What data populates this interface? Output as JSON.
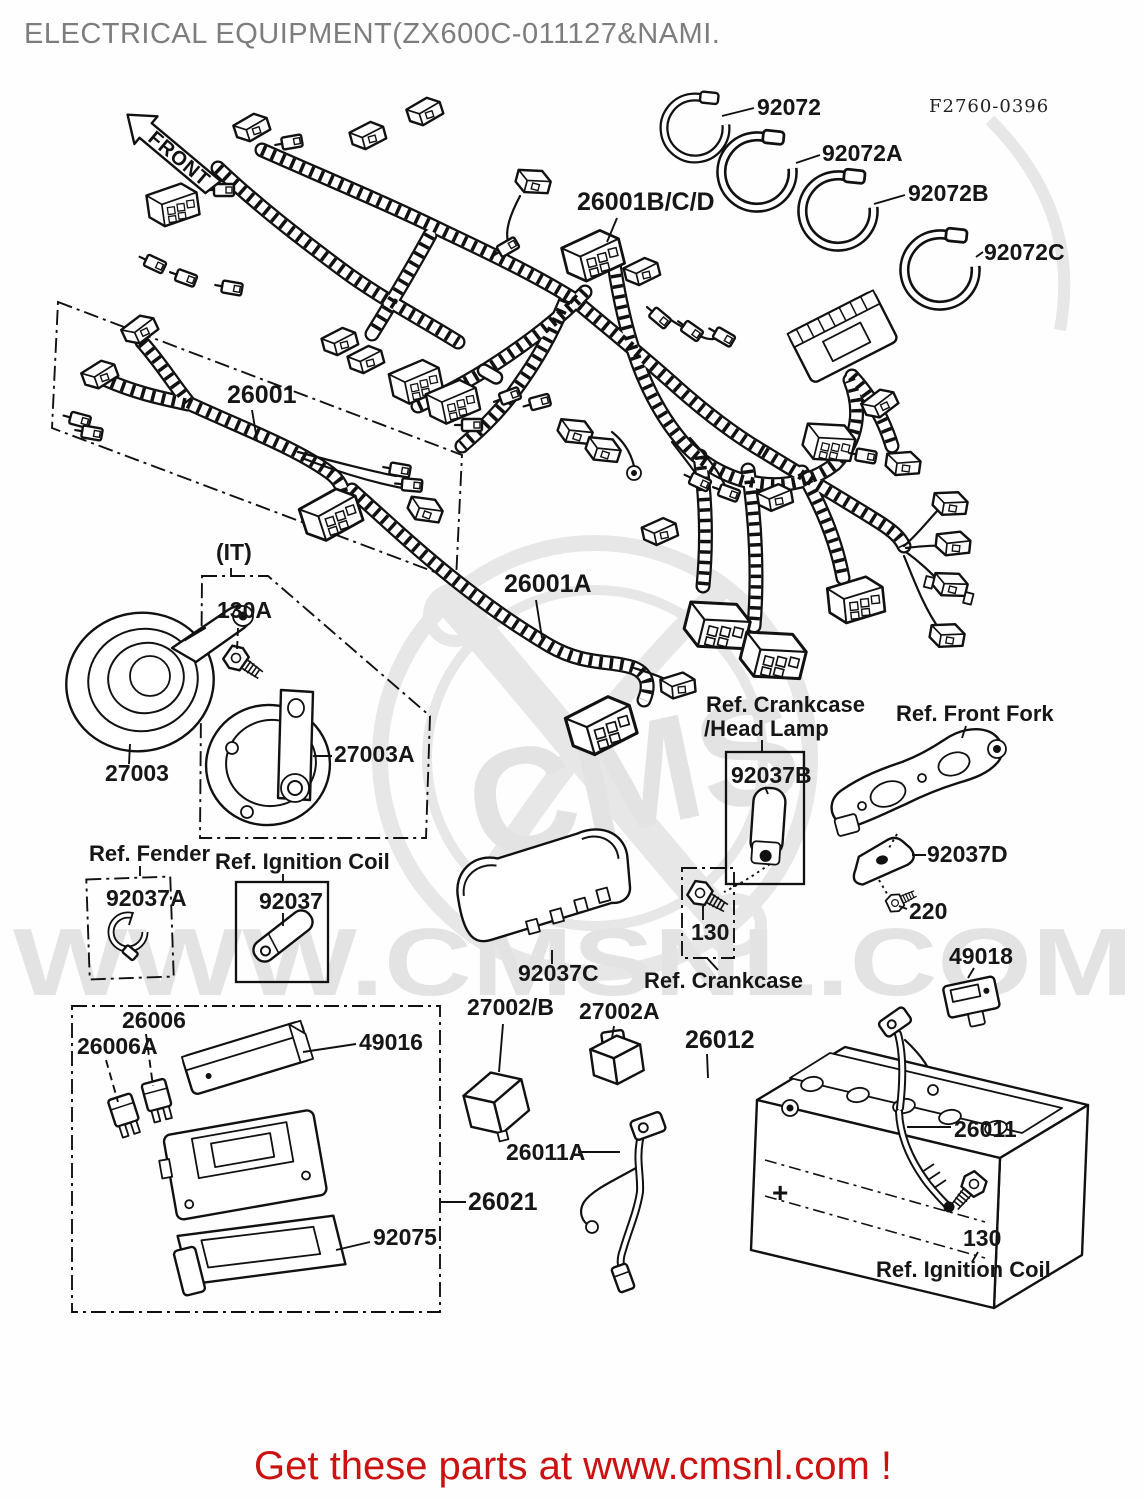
{
  "page": {
    "title": "ELECTRICAL EQUIPMENT(ZX600C-011127&NAMI.",
    "figure_code": "F2760-0396",
    "front_arrow": "FRONT",
    "watermark_logo": "CMS",
    "watermark_url": "WWW.CMSNL.COM",
    "footer": "Get these parts at www.cmsnl.com !",
    "colors": {
      "title_gray": "#7d7d7d",
      "footer_red": "#cc1111",
      "line_black": "#111111",
      "watermark_gray": "#e3e3e3"
    }
  },
  "callouts": {
    "c92072": "92072",
    "c92072a": "92072A",
    "c92072b": "92072B",
    "c92072c": "92072C",
    "c26001bcd": "26001B/C/D",
    "c26001": "26001",
    "c26001a": "26001A",
    "it_note": "(IT)",
    "c130a": "130A",
    "c27003": "27003",
    "c27003a": "27003A",
    "ref_fender": "Ref. Fender",
    "c92037a": "92037A",
    "ref_ignition_coil_top": "Ref. Ignition Coil",
    "c92037": "92037",
    "c92037c": "92037C",
    "ref_crankcase_headlamp_line1": "Ref. Crankcase",
    "ref_crankcase_headlamp_line2": "/Head Lamp",
    "c92037b": "92037B",
    "c130_crankcase": "130",
    "ref_crankcase": "Ref. Crankcase",
    "ref_front_fork": "Ref. Front Fork",
    "c92037d": "92037D",
    "c220": "220",
    "c49018": "49018",
    "c26006": "26006",
    "c26006a": "26006A",
    "c49016": "49016",
    "c27002b": "27002/B",
    "c27002a": "27002A",
    "c26012": "26012",
    "c26011a": "26011A",
    "c26021": "26021",
    "c92075": "92075",
    "c26011": "26011",
    "c130_ignition": "130",
    "ref_ignition_coil_bottom": "Ref. Ignition Coil",
    "battery_plus": "+"
  }
}
